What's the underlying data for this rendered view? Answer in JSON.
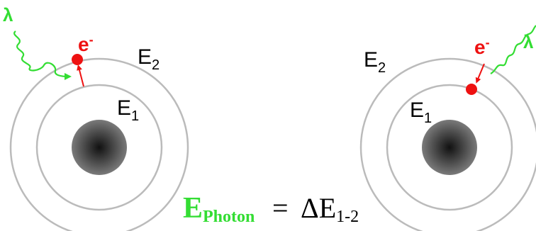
{
  "left_atom": {
    "photon_symbol": "λ",
    "electron_symbol": "e",
    "electron_charge": "-",
    "outer_level_base": "E",
    "outer_level_sub": "2",
    "inner_level_base": "E",
    "inner_level_sub": "1"
  },
  "right_atom": {
    "photon_symbol": "λ",
    "electron_symbol": "e",
    "electron_charge": "-",
    "outer_level_base": "E",
    "outer_level_sub": "2",
    "inner_level_base": "E",
    "inner_level_sub": "1"
  },
  "equation": {
    "lhs_base": "E",
    "lhs_sub": "Photon",
    "equals": "=",
    "rhs_base": "ΔE",
    "rhs_sub": "1-2"
  },
  "colors": {
    "photon": "#33dd33",
    "electron": "#ee1111",
    "orbit": "#bbbbbb",
    "nucleus_center": "#111111",
    "nucleus_edge": "#7a7a7a",
    "text": "#000000",
    "equation_lhs": "#33dd33"
  }
}
